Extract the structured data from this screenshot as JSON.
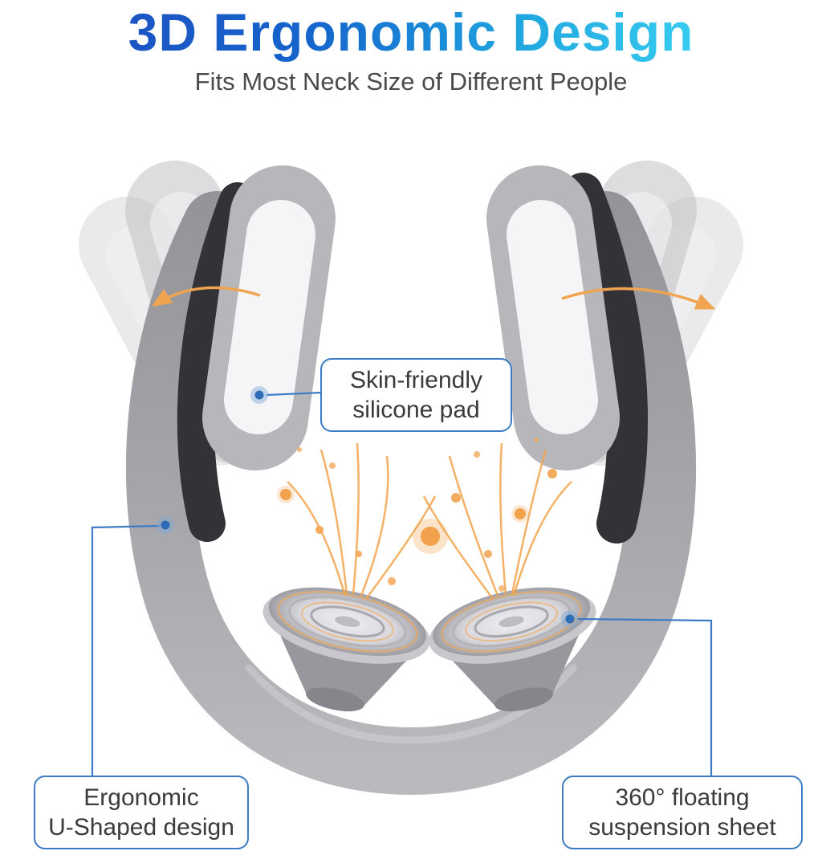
{
  "page": {
    "title": "3D Ergonomic Design",
    "subtitle": "Fits Most Neck Size of Different People"
  },
  "callouts": {
    "silicone_pad": {
      "line1": "Skin-friendly",
      "line2": "silicone pad"
    },
    "u_shape": {
      "line1": "Ergonomic",
      "line2": "U-Shaped design"
    },
    "suspension": {
      "line1": "360° floating",
      "line2": "suspension sheet"
    }
  },
  "colors": {
    "title_gradient_start": "#1d4fc0",
    "title_gradient_end": "#3fd9f6",
    "subtitle_text": "#4a4a4a",
    "callout_border": "#3b7cc4",
    "connector_blue": "#3b7cc4",
    "effect_orange": "#f2a24c",
    "device_dark": "#323237",
    "device_gray": "#a6a6ab",
    "silicone_pad_white": "#f5f5f7"
  }
}
